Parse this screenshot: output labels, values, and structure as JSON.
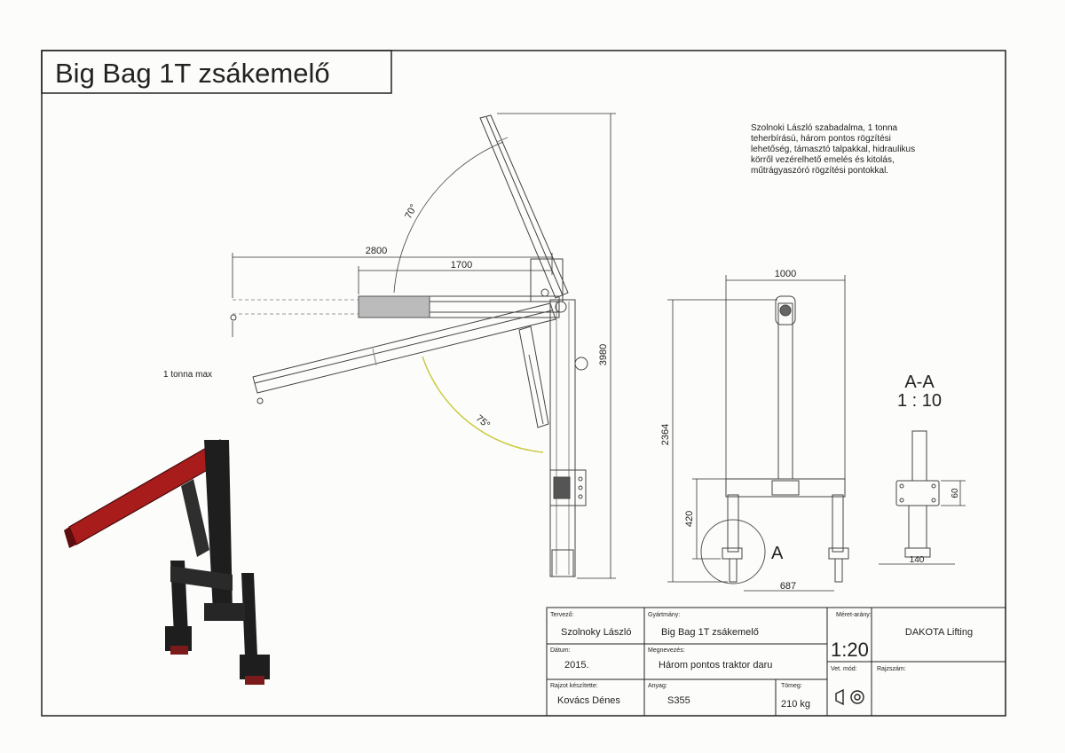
{
  "title": "Big Bag 1T zsákemelő",
  "description_lines": [
    "Szolnoki László szabadalma, 1 tonna",
    "teherbírású, három pontos rögzítési",
    "lehetőség, támasztó talpakkal, hidraulikus",
    "körről vezérelhető emelés és kitolás,",
    "műtrágyaszóró rögzítési pontokkal."
  ],
  "side_view": {
    "dim_reach_max": "2800",
    "dim_reach_min": "1700",
    "dim_height": "3980",
    "angle_up": "70°",
    "angle_down": "75°",
    "load_label": "1 tonna max"
  },
  "front_view": {
    "dim_width": "1000",
    "dim_height": "2364",
    "dim_leg": "420",
    "dim_foot": "687",
    "detail_marker": "A"
  },
  "section": {
    "label": "A-A",
    "scale": "1 : 10",
    "dim_plate": "60",
    "dim_width": "140"
  },
  "title_block": {
    "designer_label": "Tervező:",
    "designer": "Szolnoky László",
    "manufacturer_label": "Gyártmány:",
    "product": "Big Bag 1T zsákemelő",
    "scale_label": "Méret-arány:",
    "scale": "1:20",
    "company": "DAKOTA Lifting",
    "date_label": "Dátum:",
    "date": "2015.",
    "name_label": "Megnevezés:",
    "name": "Három pontos traktor daru",
    "projection_label": "Vet. mód:",
    "drawing_no_label": "Rajzszám:",
    "drafter_label": "Rajzot készítette:",
    "drafter": "Kovács Dénes",
    "material_label": "Anyag:",
    "material": "S355",
    "mass_label": "Tömeg:",
    "mass": "210 kg"
  },
  "colors": {
    "boom_red": "#a81c1c",
    "frame_dark": "#1e1e1e",
    "line": "#333333",
    "angle_arc": "#c8c83a"
  }
}
